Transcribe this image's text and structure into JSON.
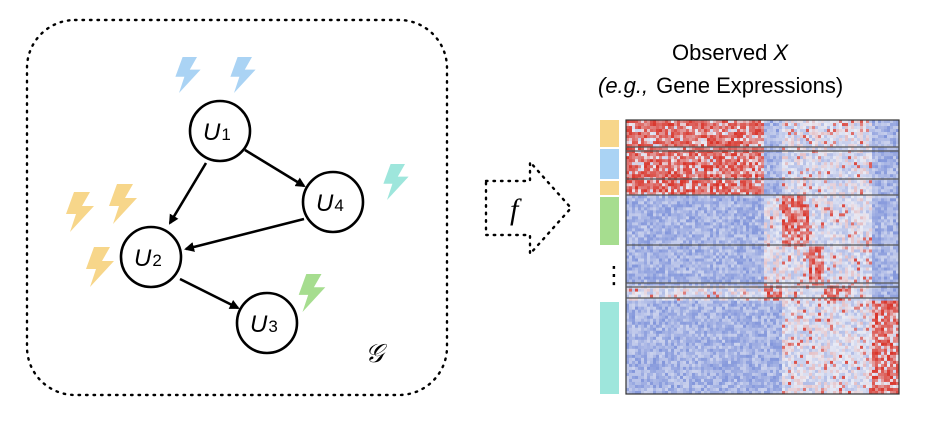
{
  "graph": {
    "label": "𝒢",
    "nodes": [
      {
        "id": "U1",
        "base": "U",
        "sub": "1"
      },
      {
        "id": "U2",
        "base": "U",
        "sub": "2"
      },
      {
        "id": "U3",
        "base": "U",
        "sub": "3"
      },
      {
        "id": "U4",
        "base": "U",
        "sub": "4"
      }
    ],
    "edges": [
      {
        "from": "U1",
        "to": "U2"
      },
      {
        "from": "U1",
        "to": "U4"
      },
      {
        "from": "U4",
        "to": "U2"
      },
      {
        "from": "U2",
        "to": "U3"
      }
    ],
    "interventions": [
      {
        "target": "U1",
        "color": "#aad3f4",
        "icon": "lightning-icon"
      },
      {
        "target": "U2",
        "color": "#f7d68a",
        "icon": "lightning-icon"
      },
      {
        "target": "U3",
        "color": "#a6dd8f",
        "icon": "lightning-icon"
      },
      {
        "target": "U4",
        "color": "#9ee6dc",
        "icon": "lightning-icon"
      }
    ]
  },
  "mapping": {
    "label": "f"
  },
  "observed": {
    "title_line1": "Observed",
    "title_var": "X",
    "title_eg": "(e.g.,",
    "title_rest": "Gene Expressions)",
    "ellipsis": "⋮",
    "group_colors": [
      "#f7d68a",
      "#aad3f4",
      "#f7d68a",
      "#a6dd8f",
      "#9ee6dc"
    ]
  },
  "colors": {
    "heat_low": "#6f86d6",
    "heat_mid": "#e9ebf5",
    "heat_high": "#d9352b",
    "frame": "#333333"
  }
}
